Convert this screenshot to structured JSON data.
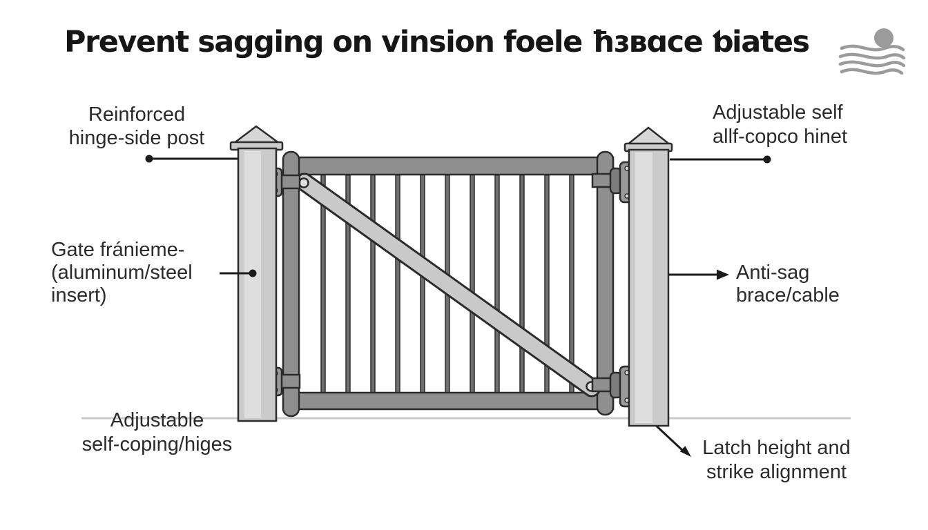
{
  "title": "Prevent sagging on vinsion foele ħɜвɑce ƅiates",
  "labels": {
    "hinge_post": {
      "lines": [
        "Reinforced",
        "hinge-side post"
      ]
    },
    "gate_frame": {
      "lines": [
        "Gate fránieme-",
        "(aluminum/steel",
        "insert)"
      ]
    },
    "self_coping": {
      "lines": [
        "Adjustable",
        "self-coping/higes"
      ]
    },
    "adj_hinge": {
      "lines": [
        "Adjustable self",
        "allf-copco hinet"
      ]
    },
    "anti_sag": {
      "lines": [
        "Anti-sag",
        "brace/cable"
      ]
    },
    "latch": {
      "lines": [
        "Latch height and",
        "strike alignment"
      ]
    }
  },
  "diagram": {
    "colors": {
      "outline": "#2b2b2b",
      "post": "#cbcbcb",
      "post_light": "#dedede",
      "cap": "#d6d6d6",
      "rail": "#8f8f8f",
      "bar": "#6f6f6f",
      "brace": "#c9c9c9",
      "hinge": "#9a9a9a",
      "hinge_dark": "#7d7d7d",
      "screw": "#e0e0e0",
      "ground": "#c9c9c9",
      "leader": "#1a1a1a",
      "logo": "#9b9b9b"
    }
  }
}
